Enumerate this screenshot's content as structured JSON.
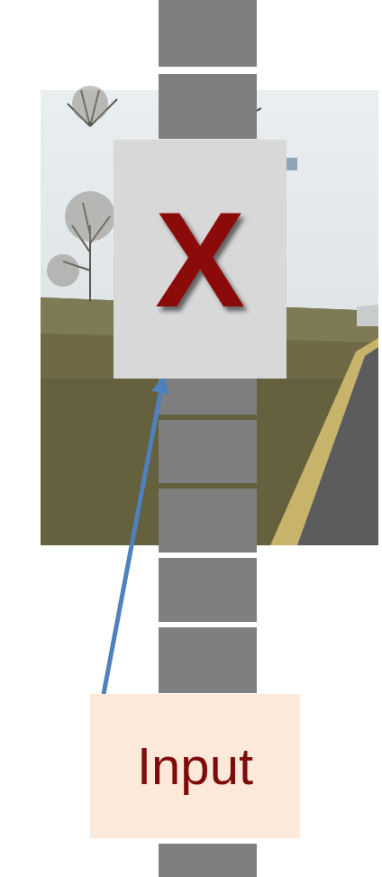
{
  "diagram": {
    "nodes": [
      {
        "text": [
          "X"
        ]
      },
      {
        "text": [
          "Input"
        ]
      }
    ],
    "edges": [
      {
        "from": 1,
        "to": 0,
        "arrow": "to"
      }
    ]
  }
}
